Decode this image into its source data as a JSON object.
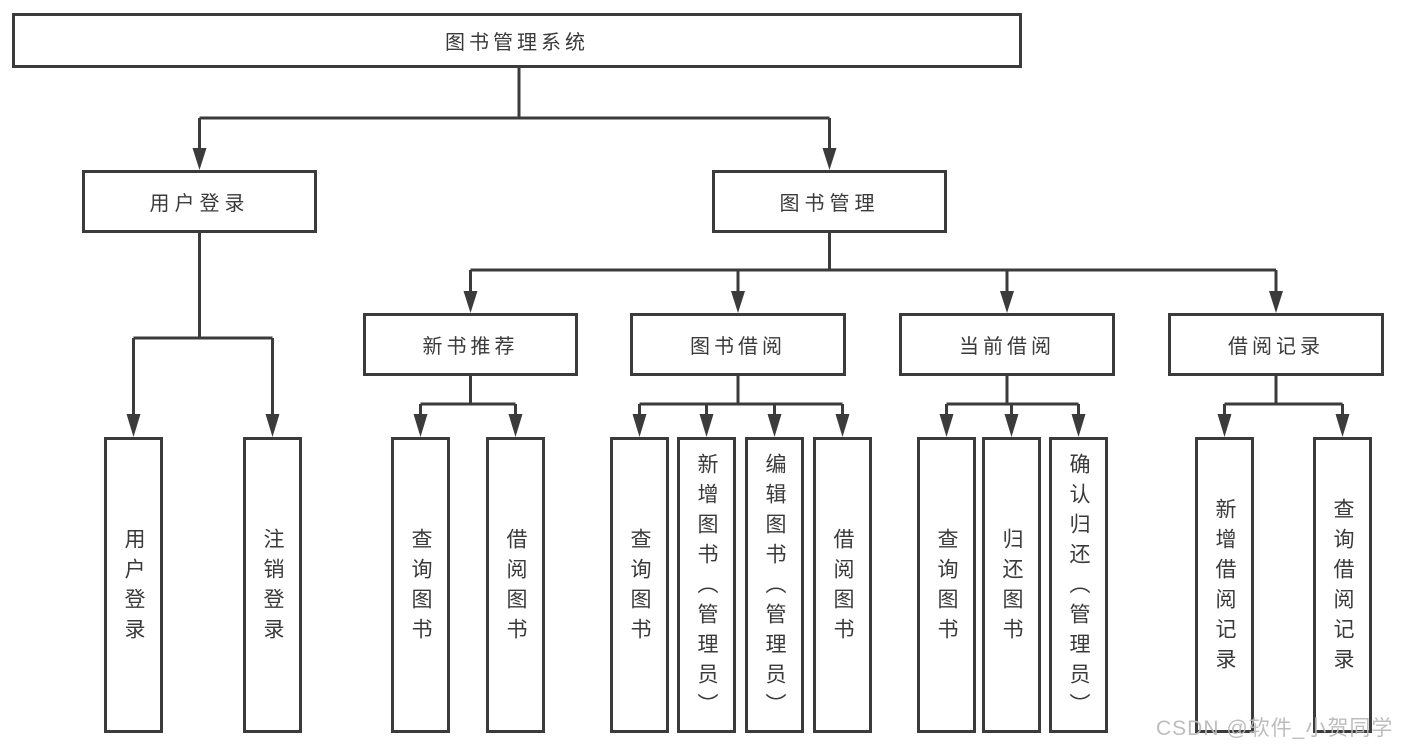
{
  "diagram": {
    "root": {
      "label": "图书管理系统"
    },
    "level2": [
      {
        "label": "用户登录"
      },
      {
        "label": "图书管理"
      }
    ],
    "level3": [
      {
        "label": "新书推荐"
      },
      {
        "label": "图书借阅"
      },
      {
        "label": "当前借阅"
      },
      {
        "label": "借阅记录"
      }
    ],
    "leaves": [
      {
        "label": "用户登录"
      },
      {
        "label": "注销登录"
      },
      {
        "label": "查询图书"
      },
      {
        "label": "借阅图书"
      },
      {
        "label": "查询图书"
      },
      {
        "label": "新增图书（管理员）"
      },
      {
        "label": "编辑图书（管理员）"
      },
      {
        "label": "借阅图书"
      },
      {
        "label": "查询图书"
      },
      {
        "label": "归还图书"
      },
      {
        "label": "确认归还（管理员）"
      },
      {
        "label": "新增借阅记录"
      },
      {
        "label": "查询借阅记录"
      }
    ],
    "colors": {
      "line_and_border": "#3b3b3b",
      "text": "#3a3a3a",
      "background": "#ffffff",
      "watermark": "#b9b9b9"
    }
  },
  "watermark": {
    "text": "CSDN @软件_小贺同学"
  }
}
